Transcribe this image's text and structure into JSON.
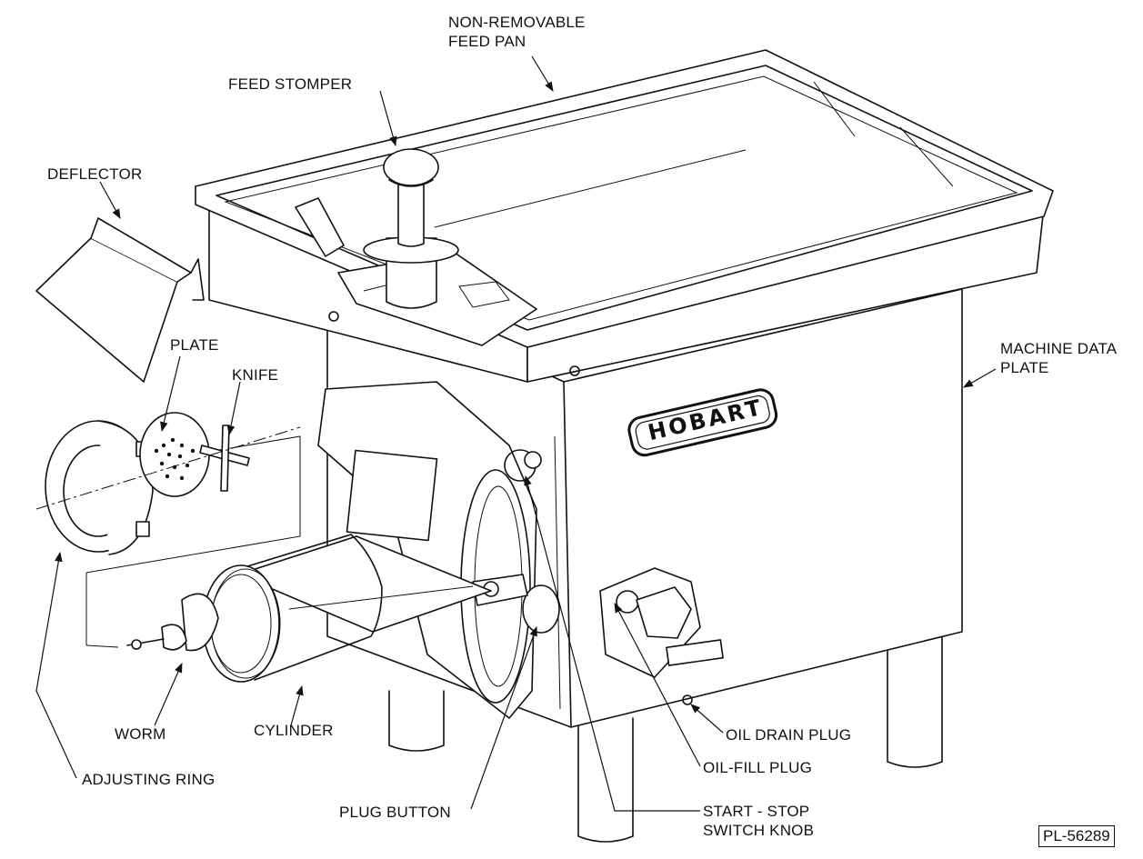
{
  "labels": {
    "non_removable_feed_pan": [
      "NON-REMOVABLE",
      "FEED PAN"
    ],
    "feed_stomper": "FEED STOMPER",
    "deflector": "DEFLECTOR",
    "plate": "PLATE",
    "knife": "KNIFE",
    "machine_data_plate": [
      "MACHINE DATA",
      "PLATE"
    ],
    "worm": "WORM",
    "cylinder": "CYLINDER",
    "adjusting_ring": "ADJUSTING RING",
    "plug_button": "PLUG BUTTON",
    "oil_drain_plug": "OIL DRAIN PLUG",
    "oil_fill_plug": "OIL-FILL PLUG",
    "start_stop_switch_knob": [
      "START - STOP",
      "SWITCH KNOB"
    ]
  },
  "brand_logo": "HOBART",
  "figure_id": "PL-56289"
}
